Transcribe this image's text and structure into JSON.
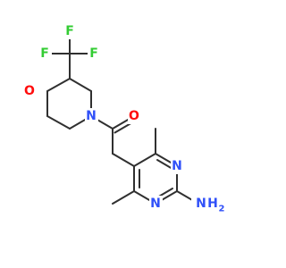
{
  "molecule": {
    "colors": {
      "bond": "#303030",
      "fluorine": "#33cc33",
      "oxygen": "#ff0d0d",
      "nitrogen": "#3050f8",
      "background": "#ffffff"
    },
    "labels": {
      "f_left": "F",
      "f_top": "F",
      "f_right": "F",
      "o_ring": "O",
      "n_morpholine": "N",
      "o_carbonyl": "O",
      "n_pyrimidine_upper": "N",
      "n_pyrimidine_lower": "N",
      "nh2_n": "N",
      "nh2_h": "H",
      "nh2_sub": "2"
    }
  }
}
